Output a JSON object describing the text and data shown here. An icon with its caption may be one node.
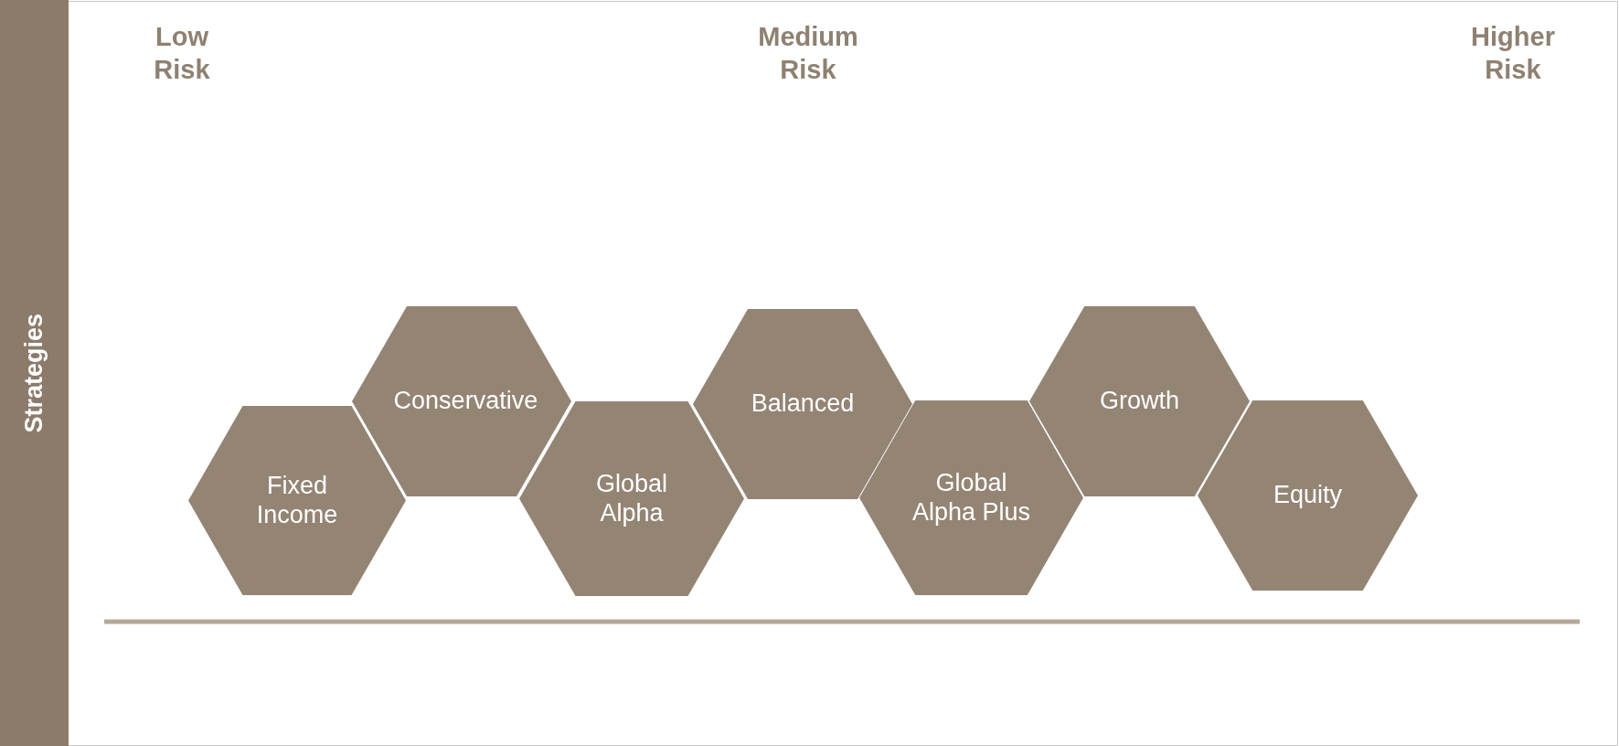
{
  "diagram": {
    "nodes": [
      {
        "text": [
          "Strategies"
        ]
      },
      {
        "text": [
          "Fixed Income"
        ]
      },
      {
        "text": [
          "Conservative"
        ]
      },
      {
        "text": [
          "Global Alpha"
        ]
      },
      {
        "text": [
          "Balanced"
        ]
      },
      {
        "text": [
          "Global Alpha Plus"
        ]
      },
      {
        "text": [
          "Growth"
        ]
      },
      {
        "text": [
          "Equity"
        ]
      }
    ],
    "edges": [],
    "labels": [
      "Low Risk",
      "Medium Risk",
      "Higher Risk"
    ]
  }
}
